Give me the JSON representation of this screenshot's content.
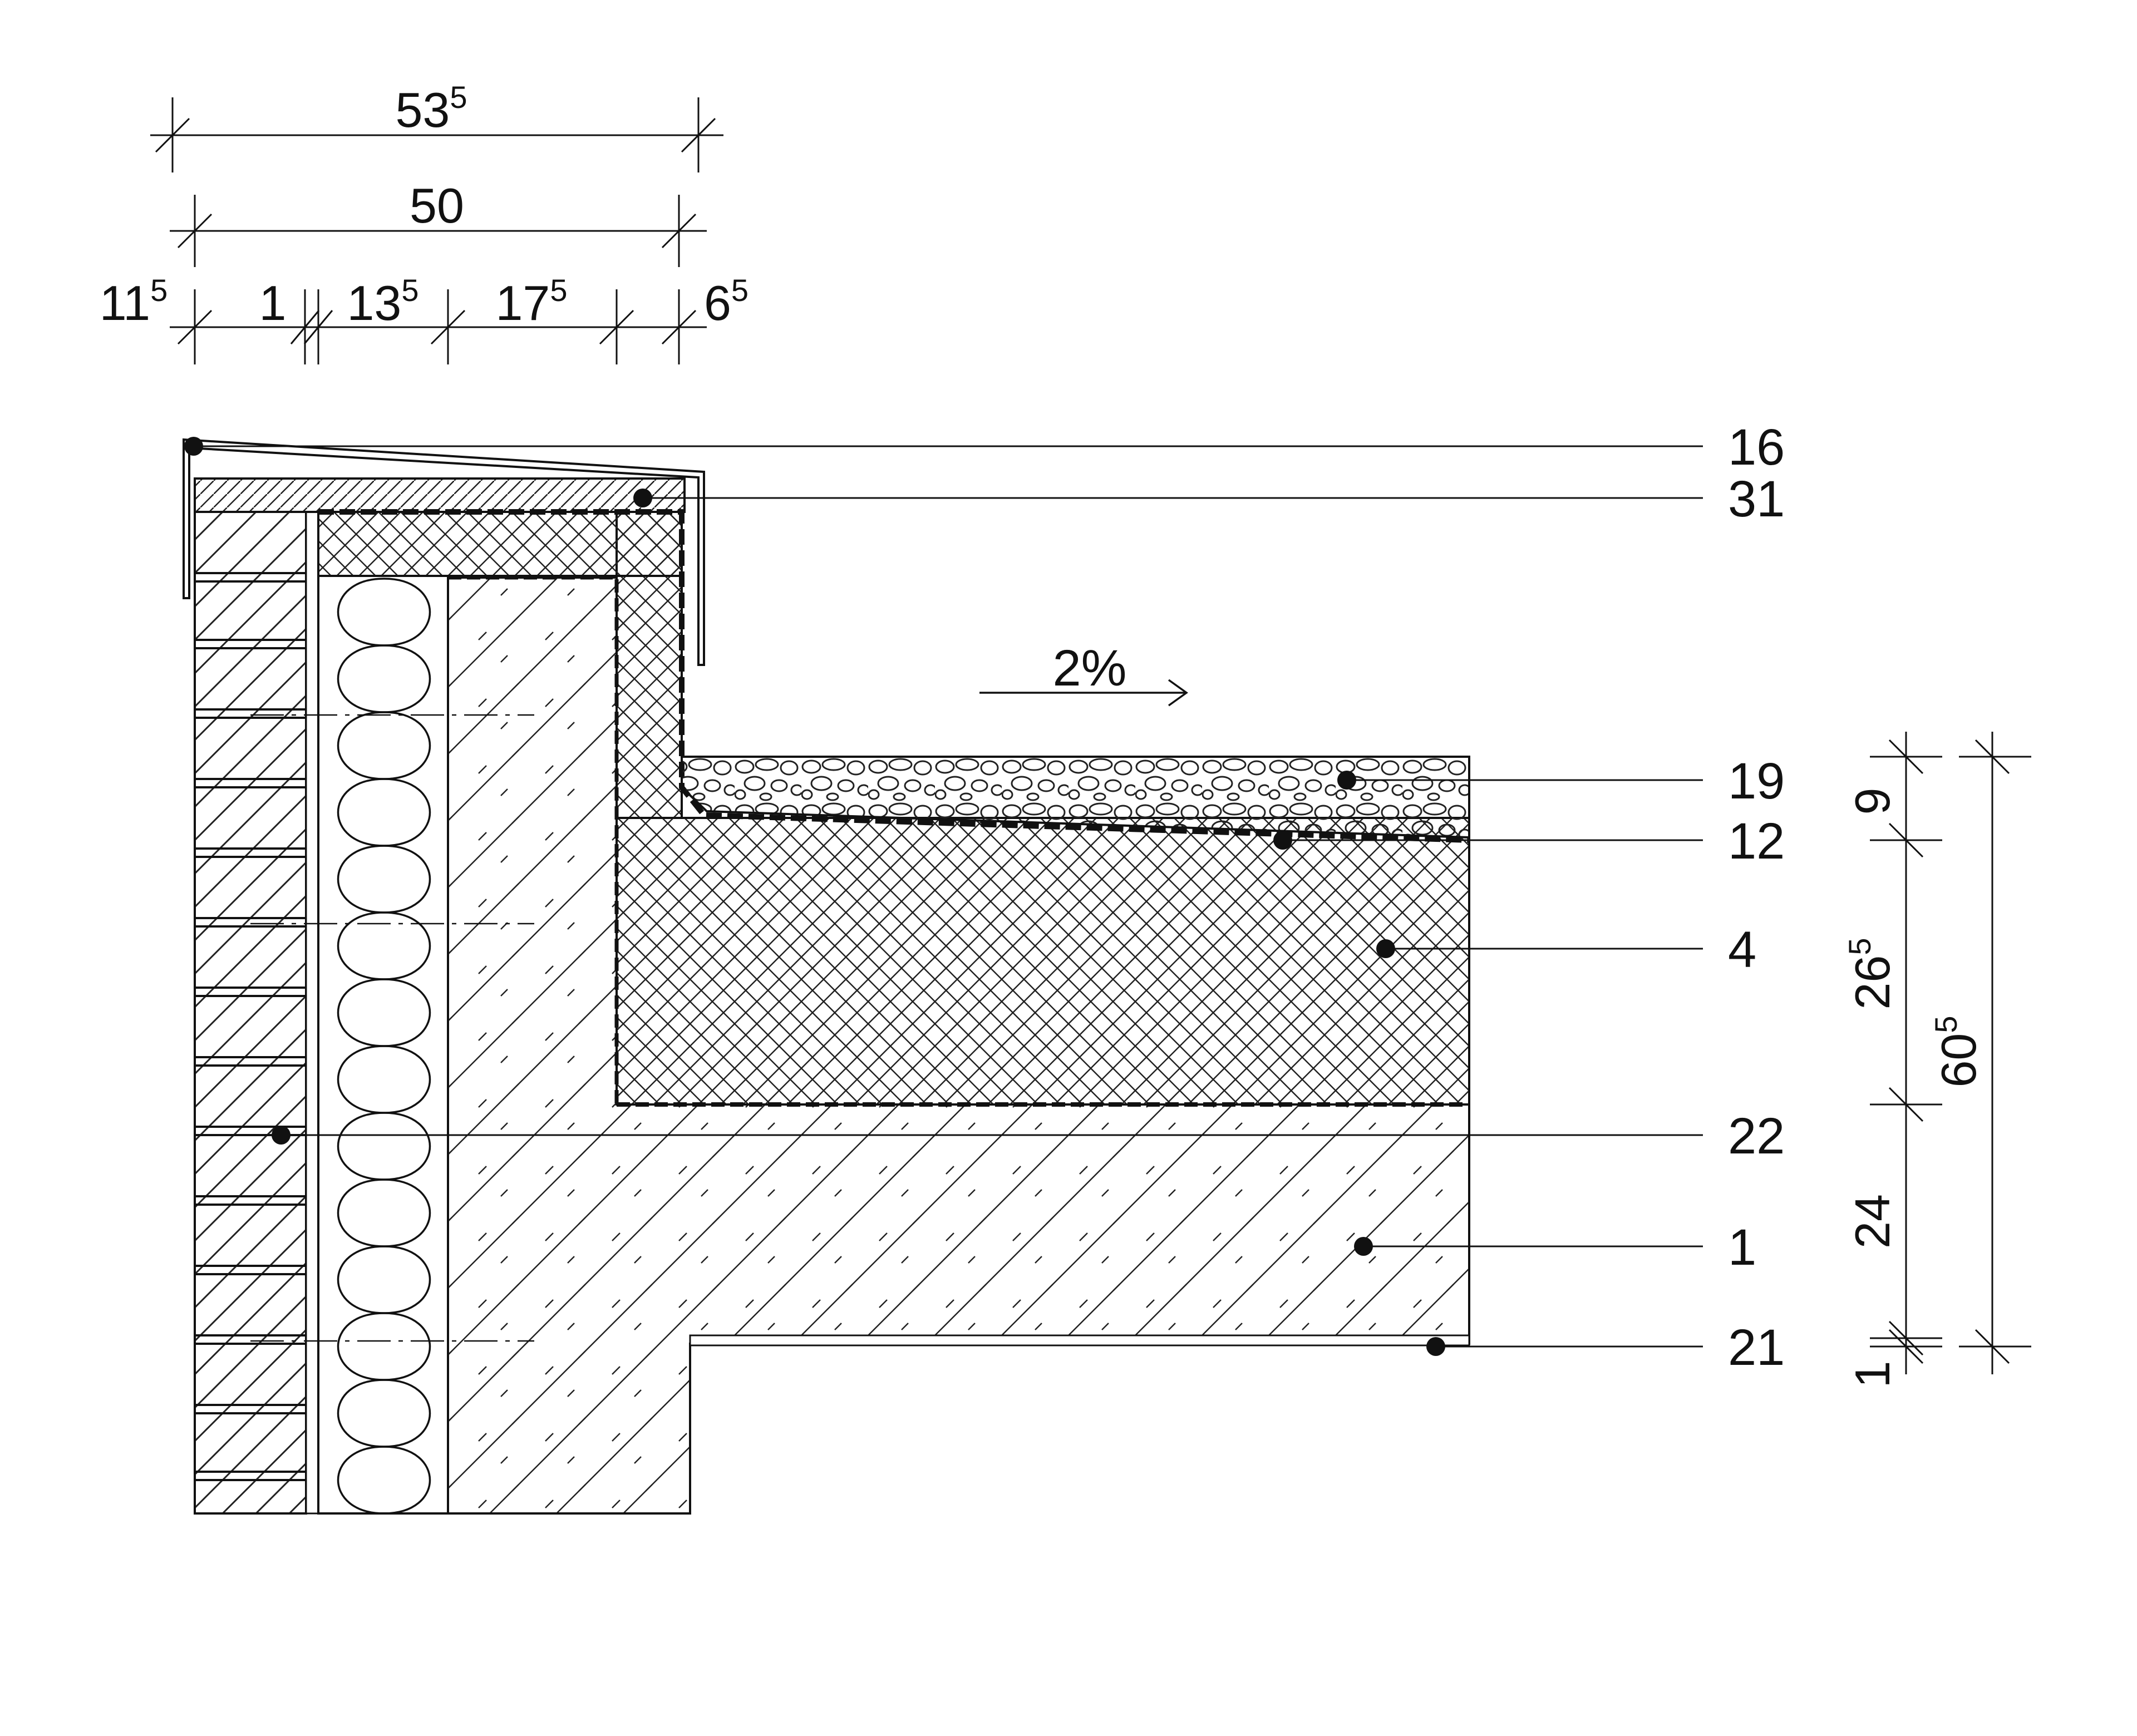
{
  "dimensions_top": {
    "overall_a": {
      "main": "53",
      "sup": "5"
    },
    "overall_b": {
      "main": "50",
      "sup": ""
    },
    "segments": [
      {
        "main": "11",
        "sup": "5"
      },
      {
        "main": "1",
        "sup": ""
      },
      {
        "main": "13",
        "sup": "5"
      },
      {
        "main": "17",
        "sup": "5"
      },
      {
        "main": "6",
        "sup": "5"
      }
    ]
  },
  "dimensions_right": {
    "layer_a": {
      "main": "9",
      "sup": ""
    },
    "layer_b": {
      "main": "26",
      "sup": "5"
    },
    "layer_c": {
      "main": "24",
      "sup": ""
    },
    "layer_d": {
      "main": "1",
      "sup": ""
    },
    "overall": {
      "main": "60",
      "sup": "5"
    }
  },
  "slope": "2%",
  "callouts": [
    "16",
    "31",
    "19",
    "12",
    "4",
    "22",
    "1",
    "21"
  ],
  "colors": {
    "ink": "#111111",
    "paper": "#ffffff"
  }
}
